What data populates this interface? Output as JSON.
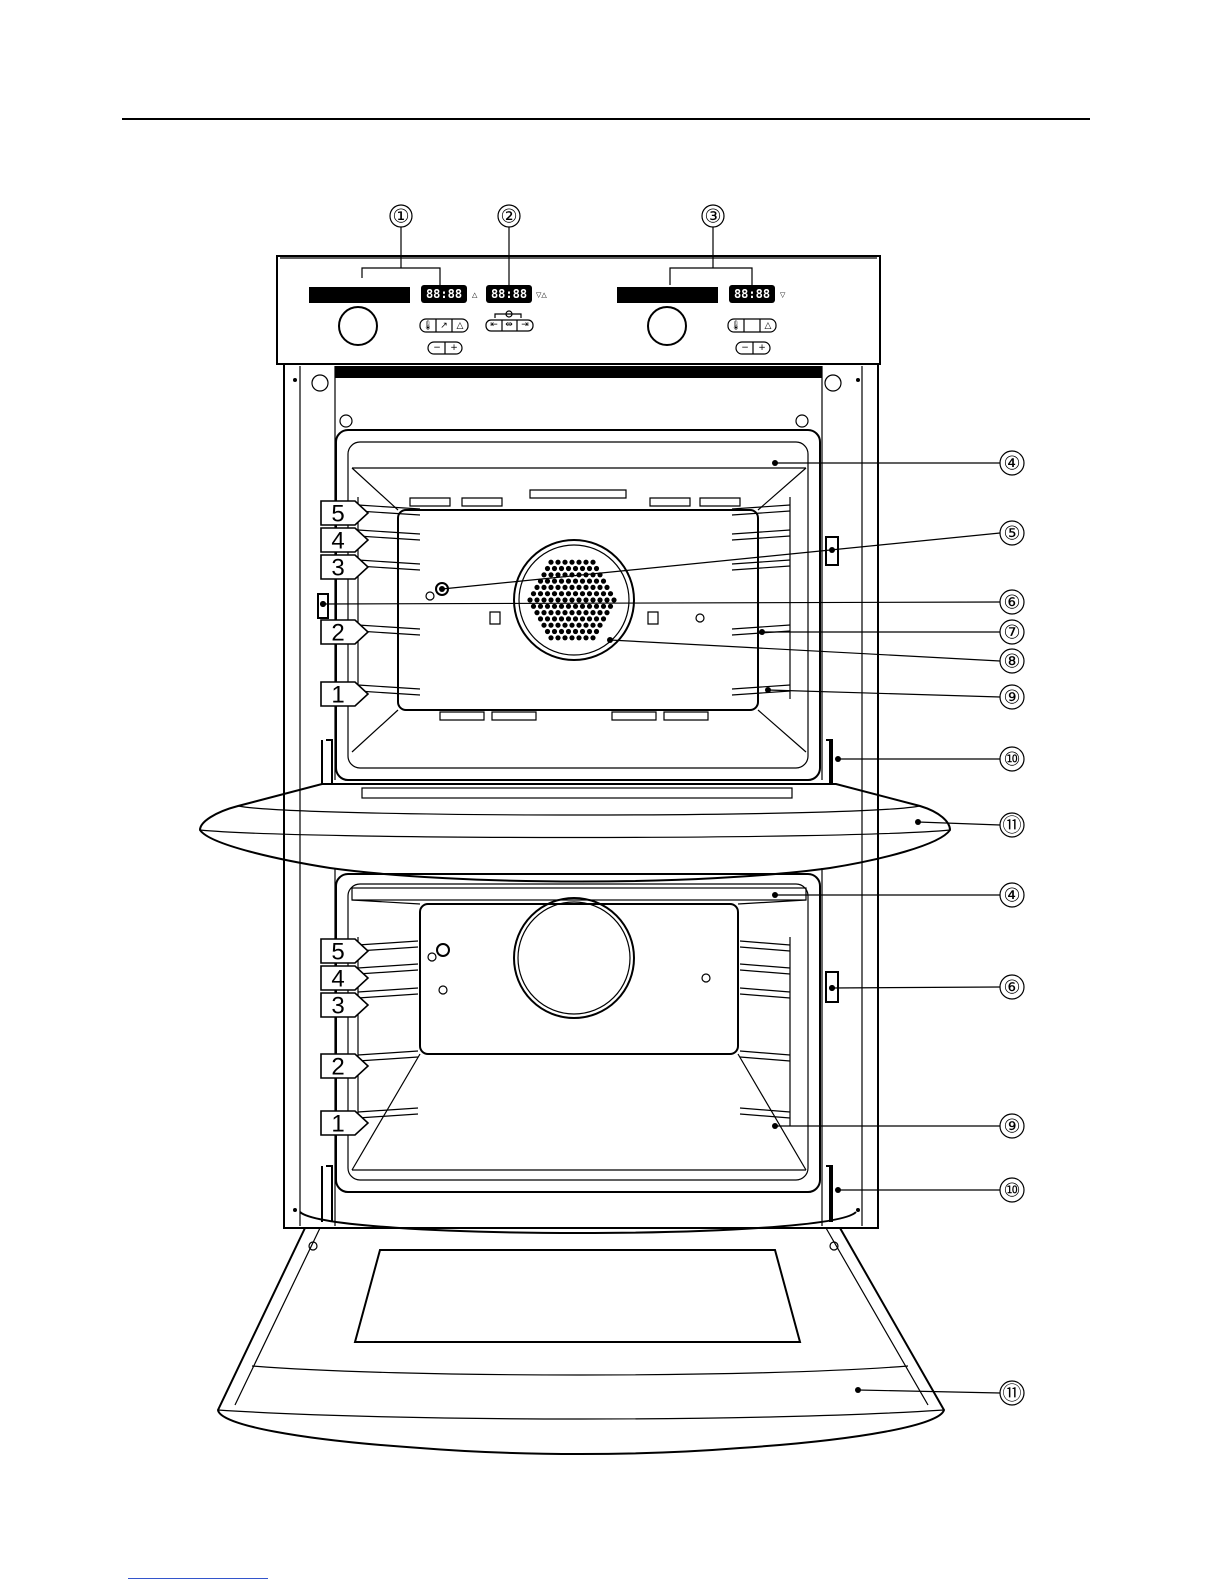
{
  "callouts": {
    "top": [
      "①",
      "②",
      "③"
    ],
    "right": [
      "④",
      "⑤",
      "⑥",
      "⑦",
      "⑧",
      "⑨",
      "⑩",
      "⑪",
      "④",
      "⑥",
      "⑨",
      "⑩",
      "⑪"
    ]
  },
  "shelf_labels": {
    "upper": [
      "5",
      "4",
      "3",
      "2",
      "1"
    ],
    "lower": [
      "5",
      "4",
      "3",
      "2",
      "1"
    ]
  },
  "displays": {
    "left": "88:88",
    "center": "88:88",
    "right": "88:88"
  },
  "buttons": {
    "minus": "−",
    "plus": "+"
  },
  "colors": {
    "line": "#000000",
    "display": "#000000",
    "link": "#3355cc"
  }
}
